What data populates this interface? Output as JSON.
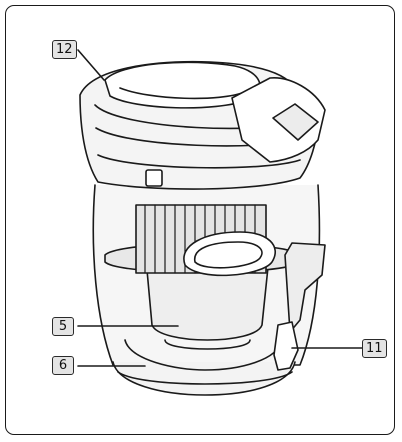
{
  "figure": {
    "callouts": [
      {
        "id": "c12",
        "label": "12"
      },
      {
        "id": "c5",
        "label": "5"
      },
      {
        "id": "c6",
        "label": "6"
      },
      {
        "id": "c11",
        "label": "11"
      }
    ]
  }
}
